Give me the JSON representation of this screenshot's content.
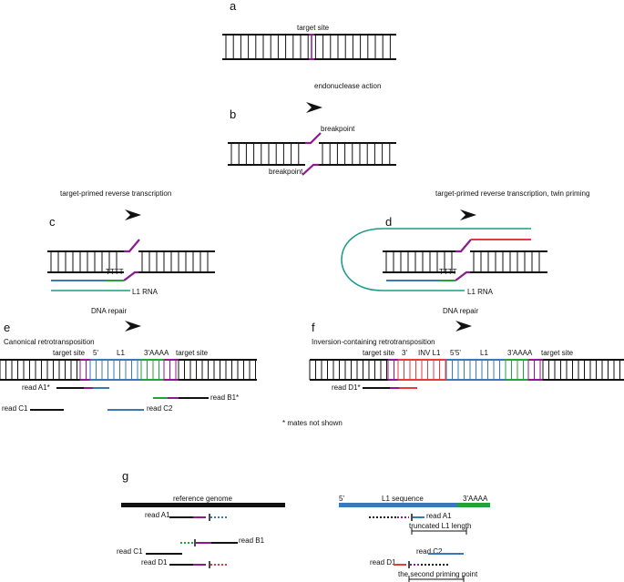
{
  "colors": {
    "dna": "#111111",
    "purple": "#8b1a8f",
    "blue": "#3a78b8",
    "green": "#22a33a",
    "red": "#e63b3b",
    "teal": "#1f9a8a"
  },
  "panel_a": {
    "letter": "a",
    "target_site": "target site"
  },
  "step_ab": {
    "caption": "endonuclease action"
  },
  "panel_b": {
    "letter": "b",
    "breakpoint_top": "breakpoint",
    "breakpoint_bottom": "breakpoint"
  },
  "panel_c": {
    "caption": "target-primed reverse transcription",
    "letter": "c",
    "tttt": "TTTT",
    "rna": "L1 RNA"
  },
  "panel_d": {
    "caption": "target-primed reverse transcription, twin priming",
    "letter": "d",
    "tttt": "TTTT",
    "rna": "L1 RNA"
  },
  "panel_e": {
    "caption": "DNA repair",
    "letter": "e",
    "title": "Canonical retrotransposition",
    "labels": [
      "target site",
      "5'",
      "L1",
      "3'AAAA",
      "target site"
    ],
    "read_a1": "read A1*",
    "read_b1": "read B1*",
    "read_c1": "read C1",
    "read_c2": "read C2"
  },
  "panel_f": {
    "caption": "DNA repair",
    "letter": "f",
    "title": "Inversion-containing retrotransposition",
    "labels": [
      "target site",
      "3'",
      "INV L1",
      "5'5'",
      "L1",
      "3'AAAA",
      "target site"
    ],
    "read_d1": "read D1*"
  },
  "mates_note": "* mates not shown",
  "panel_g": {
    "letter": "g",
    "reference": "reference genome",
    "read_a1": "read A1",
    "read_b1": "read B1",
    "read_c1": "read C1",
    "read_d1": "read D1",
    "l1_5": "5'",
    "l1_seq": "L1 sequence",
    "l1_3": "3'AAAA",
    "r_read_a1": "read A1",
    "truncated": "truncated L1 length",
    "r_read_c2": "read C2",
    "r_read_d1": "read D1",
    "priming": "the second priming point"
  }
}
